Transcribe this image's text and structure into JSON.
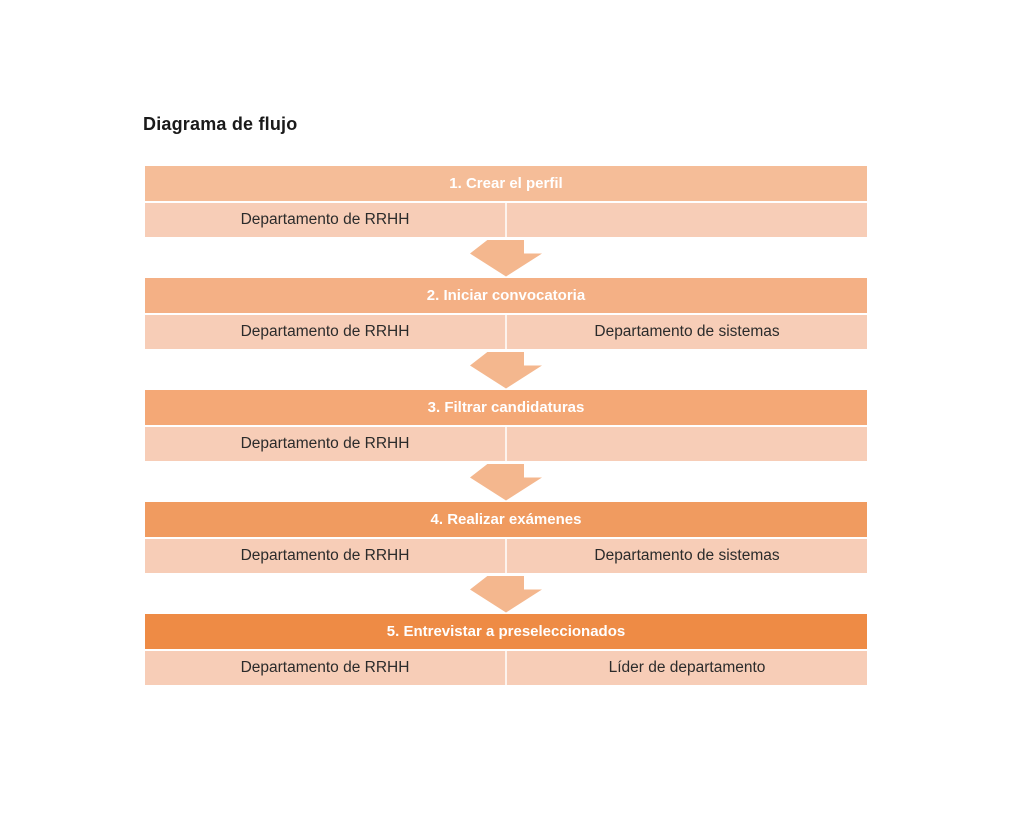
{
  "title": "Diagrama de flujo",
  "flowchart": {
    "header_text_color": "#FFFFFF",
    "cell_text_color": "#2B2B2B",
    "cell_color": "#F7CDB7",
    "arrow_color": "#F4B78E",
    "steps": [
      {
        "title": "1. Crear el perfil",
        "header_color": "#F5BD98",
        "cells": [
          "Departamento de RRHH",
          ""
        ]
      },
      {
        "title": "2. Iniciar convocatoria",
        "header_color": "#F4B085",
        "cells": [
          "Departamento de RRHH",
          "Departamento de sistemas"
        ]
      },
      {
        "title": "3. Filtrar candidaturas",
        "header_color": "#F4A876",
        "cells": [
          "Departamento de RRHH",
          ""
        ]
      },
      {
        "title": "4. Realizar exámenes",
        "header_color": "#F09B60",
        "cells": [
          "Departamento de RRHH",
          "Departamento de sistemas"
        ]
      },
      {
        "title": "5. Entrevistar a preseleccionados",
        "header_color": "#EE8B45",
        "cells": [
          "Departamento de RRHH",
          "Líder de departamento"
        ]
      }
    ]
  }
}
